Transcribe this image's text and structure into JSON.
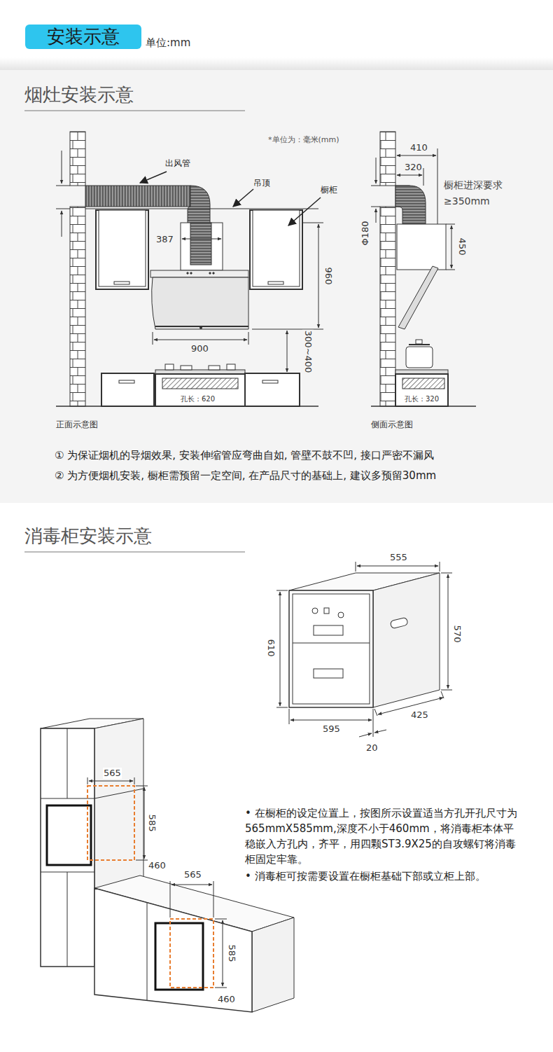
{
  "diagram": {
    "title": "安装示意",
    "labels": [
      "单位:mm",
      "烟灶安装示意",
      "*单位为：毫米(mm)",
      "出风管",
      "吊顶",
      "橱柜",
      "387",
      "960",
      "900",
      "300~400",
      "孔长：620",
      "410",
      "320",
      "橱柜进深要求",
      "≥350mm",
      "Φ180",
      "450",
      "孔长：320",
      "正面示意图",
      "侧面示意图",
      "① 为保证烟机的导烟效果, 安装伸缩管应弯曲自如, 管壁不鼓不凹, 接口严密不漏风",
      "② 为方便烟机安装, 橱柜需预留一定空间, 在产品尺寸的基础上, 建议多预留30mm",
      "消毒柜安装示意",
      "555",
      "610",
      "570",
      "595",
      "425",
      "20",
      "565",
      "585",
      "460",
      "565",
      "585",
      "460",
      "• 在橱柜的设定位置上，按图所示设置适当方孔开孔尺寸为565mmX585mm,深度不小于460mm，将消毒柜本体平稳嵌入方孔内，齐平，用四颗ST3.9X25的自攻螺钉将消毒柜固定牢靠。",
      "• 消毒柜可按需要设置在橱柜基础下部或立柜上部。"
    ]
  }
}
